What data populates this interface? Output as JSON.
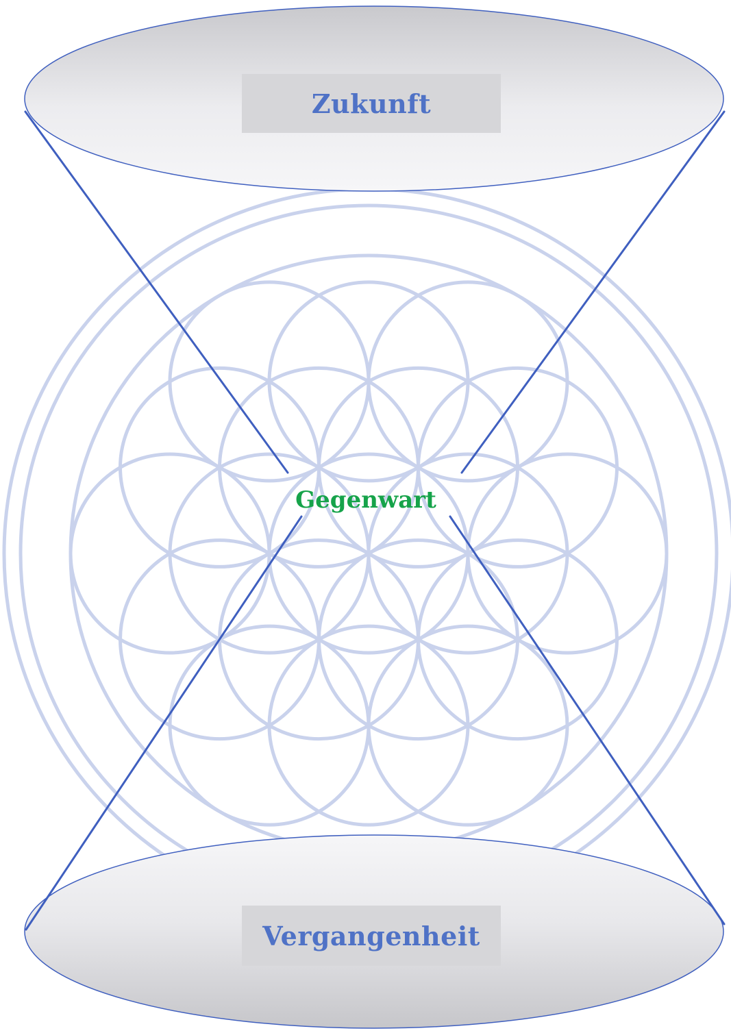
{
  "diagram": {
    "future_label": "Zukunft",
    "present_label": "Gegenwart",
    "past_label": "Vergangenheit"
  },
  "colors": {
    "line": "#3f5fbf",
    "label_blue": "#4f72c6",
    "label_green": "#16a34a",
    "flower_stroke": "#c9d2ec",
    "ellipse_fill_light": "#f4f4f6",
    "ellipse_fill_dark": "#c9c9cd",
    "label_box": "#d6d6d9"
  },
  "icons": {
    "background": "flower-of-life-icon"
  }
}
